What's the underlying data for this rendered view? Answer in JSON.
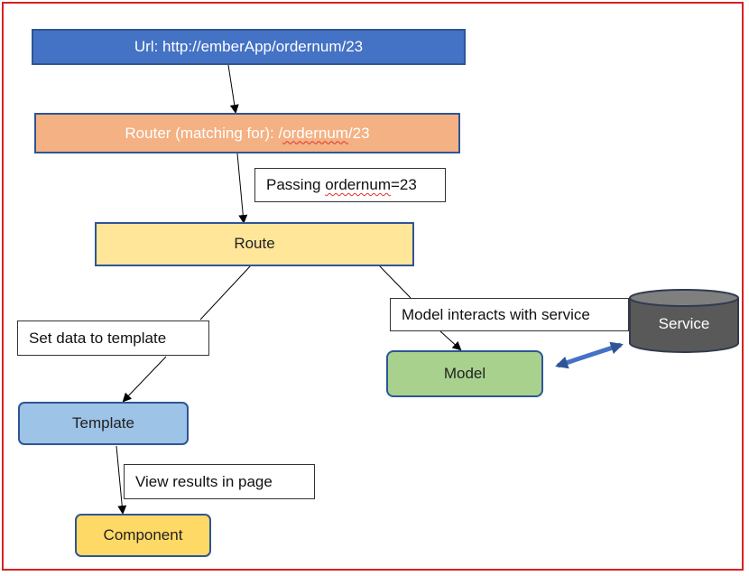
{
  "nodes": {
    "url": {
      "prefix": "Url: http://",
      "spell": "emberApp",
      "suffix": "/ordernum/23",
      "color": "#4472c4"
    },
    "router": {
      "prefix": "Router (matching for): /",
      "spell": "ordernum",
      "suffix": "/23",
      "color": "#f4b183"
    },
    "route": {
      "label": "Route",
      "color": "#ffe699"
    },
    "template": {
      "label": "Template",
      "color": "#9dc3e6"
    },
    "component": {
      "label": "Component",
      "color": "#ffd966"
    },
    "model": {
      "label": "Model",
      "color": "#a9d18e"
    },
    "service": {
      "label": "Service",
      "color": "#595959"
    }
  },
  "edge_labels": {
    "passing": {
      "prefix": "Passing ",
      "spell": "ordernum",
      "suffix": " =23"
    },
    "set_data": "Set data to template",
    "model_service": "Model interacts with service",
    "view_results": "View results in page"
  }
}
